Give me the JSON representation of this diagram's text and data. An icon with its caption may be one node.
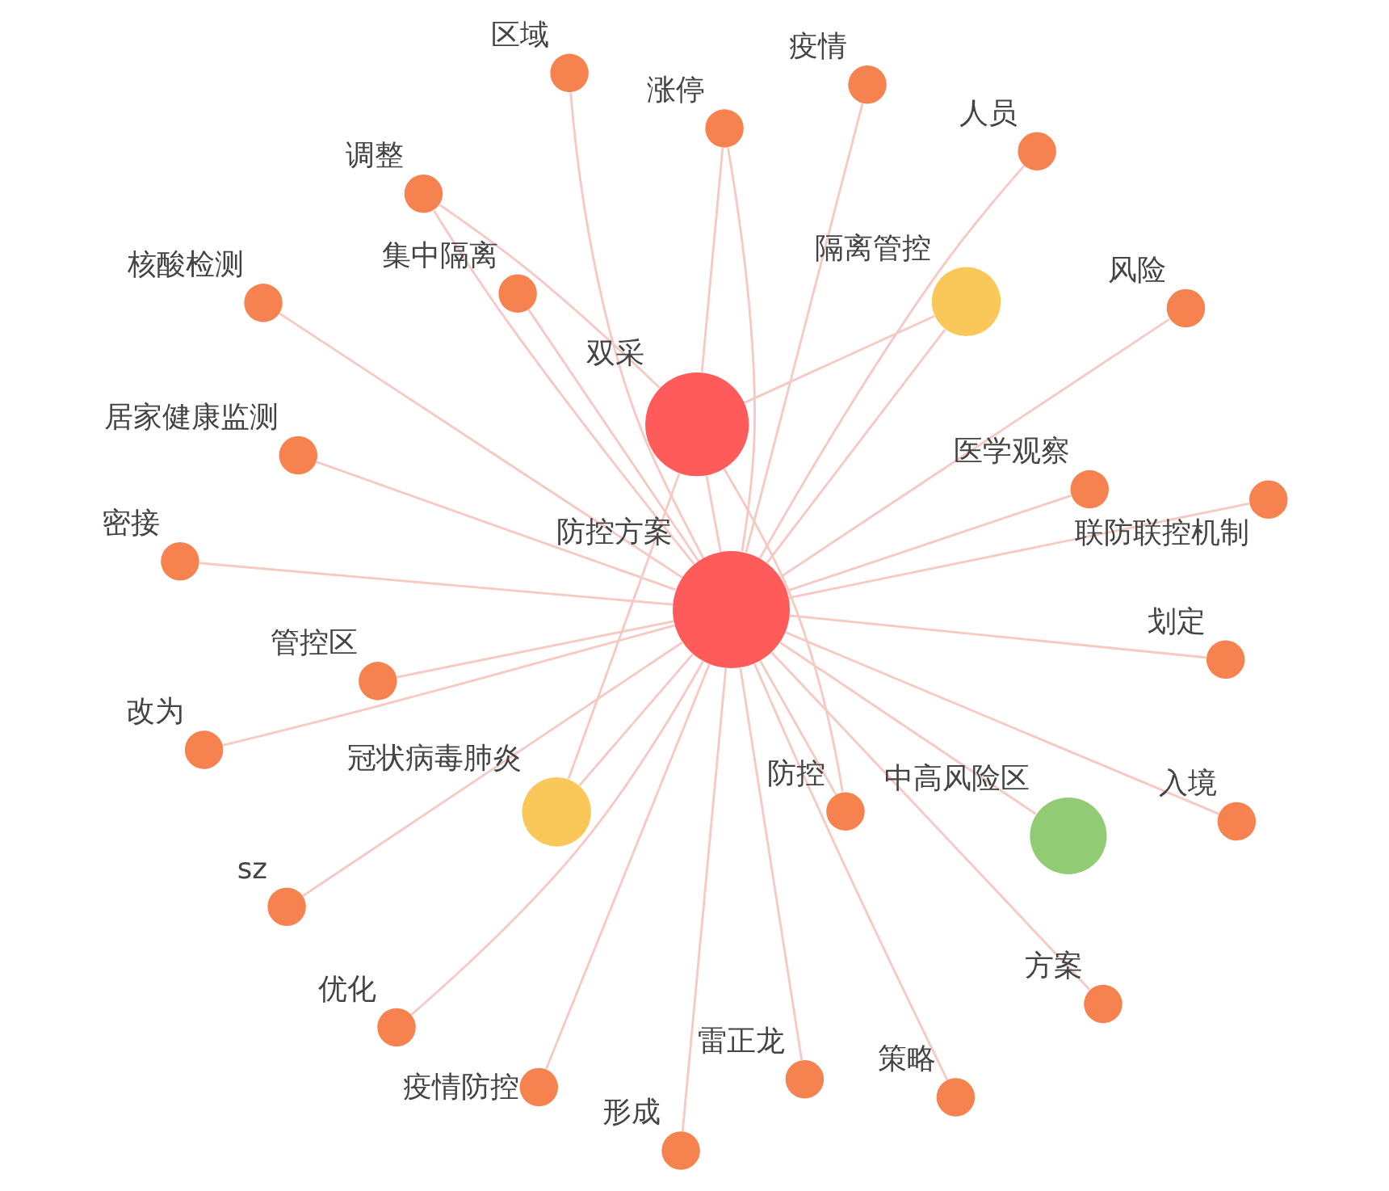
{
  "diagram": {
    "nodes": [
      {
        "text": [
          "改为"
        ]
      },
      {
        "text": [
          "划定"
        ]
      },
      {
        "text": [
          "形成"
        ]
      },
      {
        "text": [
          "区域"
        ]
      },
      {
        "text": [
          "医学观察"
        ]
      },
      {
        "text": [
          "居家健康监测"
        ]
      },
      {
        "text": [
          "优化"
        ]
      },
      {
        "text": [
          "入境"
        ]
      },
      {
        "text": [
          "疫情防控"
        ]
      },
      {
        "text": [
          "策略"
        ]
      },
      {
        "text": [
          "雷正龙"
        ]
      },
      {
        "text": [
          "密接"
        ]
      },
      {
        "text": [
          "联防联控机制"
        ]
      },
      {
        "text": [
          "风险"
        ]
      },
      {
        "text": [
          "疫情"
        ]
      },
      {
        "text": [
          "中高风险区"
        ]
      },
      {
        "text": [
          "方案"
        ]
      },
      {
        "text": [
          "调整"
        ]
      },
      {
        "text": [
          "核酸检测"
        ]
      },
      {
        "text": [
          "双采"
        ]
      },
      {
        "text": [
          "管控区"
        ]
      },
      {
        "text": [
          "sz"
        ]
      },
      {
        "text": [
          "人员"
        ]
      },
      {
        "text": [
          "防控方案"
        ]
      },
      {
        "text": [
          "涨停"
        ]
      },
      {
        "text": [
          "防控"
        ]
      },
      {
        "text": [
          "隔离管控"
        ]
      },
      {
        "text": [
          "集中隔离"
        ]
      },
      {
        "text": [
          "冠状病毒肺炎"
        ]
      }
    ],
    "edges": [
      {
        "from": 23,
        "to": 0,
        "arrow": "none"
      },
      {
        "from": 23,
        "to": 1,
        "arrow": "none"
      },
      {
        "from": 23,
        "to": 2,
        "arrow": "none"
      },
      {
        "from": 23,
        "to": 3,
        "arrow": "none"
      },
      {
        "from": 23,
        "to": 4,
        "arrow": "none"
      },
      {
        "from": 23,
        "to": 5,
        "arrow": "none"
      },
      {
        "from": 23,
        "to": 6,
        "arrow": "none"
      },
      {
        "from": 23,
        "to": 7,
        "arrow": "none"
      },
      {
        "from": 23,
        "to": 8,
        "arrow": "none"
      },
      {
        "from": 23,
        "to": 9,
        "arrow": "none"
      },
      {
        "from": 23,
        "to": 10,
        "arrow": "none"
      },
      {
        "from": 23,
        "to": 11,
        "arrow": "none"
      },
      {
        "from": 23,
        "to": 12,
        "arrow": "none"
      },
      {
        "from": 23,
        "to": 13,
        "arrow": "none"
      },
      {
        "from": 23,
        "to": 14,
        "arrow": "none"
      },
      {
        "from": 23,
        "to": 15,
        "arrow": "none"
      },
      {
        "from": 23,
        "to": 16,
        "arrow": "none"
      },
      {
        "from": 23,
        "to": 17,
        "arrow": "none"
      },
      {
        "from": 23,
        "to": 18,
        "arrow": "none"
      },
      {
        "from": 23,
        "to": 19,
        "arrow": "none"
      },
      {
        "from": 23,
        "to": 20,
        "arrow": "none"
      },
      {
        "from": 23,
        "to": 21,
        "arrow": "none"
      },
      {
        "from": 23,
        "to": 22,
        "arrow": "none"
      },
      {
        "from": 23,
        "to": 24,
        "arrow": "none"
      },
      {
        "from": 23,
        "to": 25,
        "arrow": "none"
      },
      {
        "from": 23,
        "to": 26,
        "arrow": "none"
      },
      {
        "from": 23,
        "to": 27,
        "arrow": "none"
      },
      {
        "from": 23,
        "to": 28,
        "arrow": "none"
      },
      {
        "from": 19,
        "to": 17,
        "arrow": "none"
      },
      {
        "from": 19,
        "to": 24,
        "arrow": "none"
      },
      {
        "from": 19,
        "to": 25,
        "arrow": "none"
      },
      {
        "from": 19,
        "to": 26,
        "arrow": "none"
      },
      {
        "from": 19,
        "to": 28,
        "arrow": "none"
      }
    ]
  }
}
